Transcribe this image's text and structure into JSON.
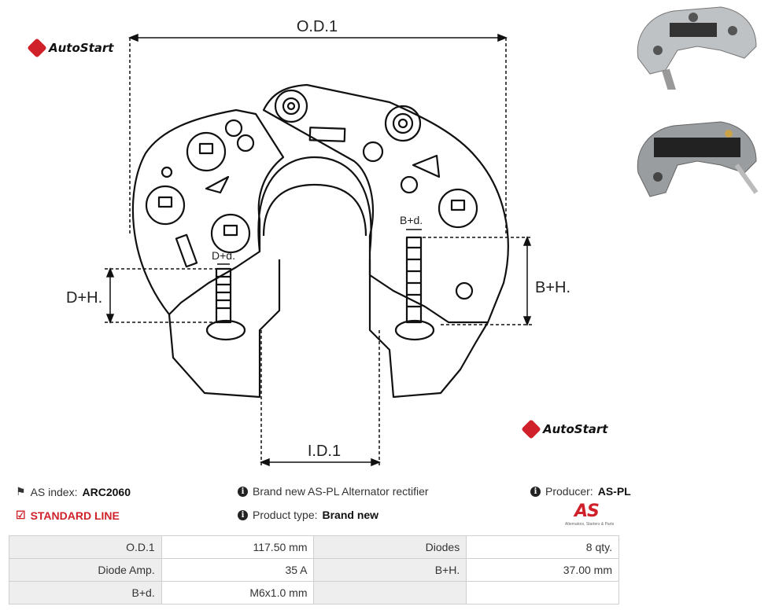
{
  "brand": {
    "logo_text": "AutoStart"
  },
  "dimensions": {
    "od1_label": "O.D.1",
    "id1_label": "I.D.1",
    "dh_label": "D+H.",
    "bh_label": "B+H.",
    "dd_label": "D+d.",
    "bd_label": "B+d."
  },
  "info": {
    "as_index_label": "AS index:",
    "as_index_value": "ARC2060",
    "standard_line": "STANDARD LINE",
    "brand_new": "Brand new AS-PL Alternator rectifier",
    "product_type_label": "Product type:",
    "product_type_value": "Brand new",
    "producer_label": "Producer:",
    "producer_value": "AS-PL",
    "as_logo_text": "AS",
    "as_logo_sub": "Alternators, Starters & Parts"
  },
  "specs": {
    "rows": [
      {
        "l1": "O.D.1",
        "v1": "117.50 mm",
        "l2": "Diodes",
        "v2": "8 qty."
      },
      {
        "l1": "Diode Amp.",
        "v1": "35 A",
        "l2": "B+H.",
        "v2": "37.00 mm"
      },
      {
        "l1": "B+d.",
        "v1": "M6x1.0 mm",
        "l2": "",
        "v2": ""
      }
    ]
  },
  "colors": {
    "accent": "#d0202a",
    "line": "#111111",
    "table_label_bg": "#eeeeee",
    "table_border": "#cfcfcf"
  },
  "icons": [
    "tag-icon",
    "check-square-icon",
    "info-icon"
  ]
}
